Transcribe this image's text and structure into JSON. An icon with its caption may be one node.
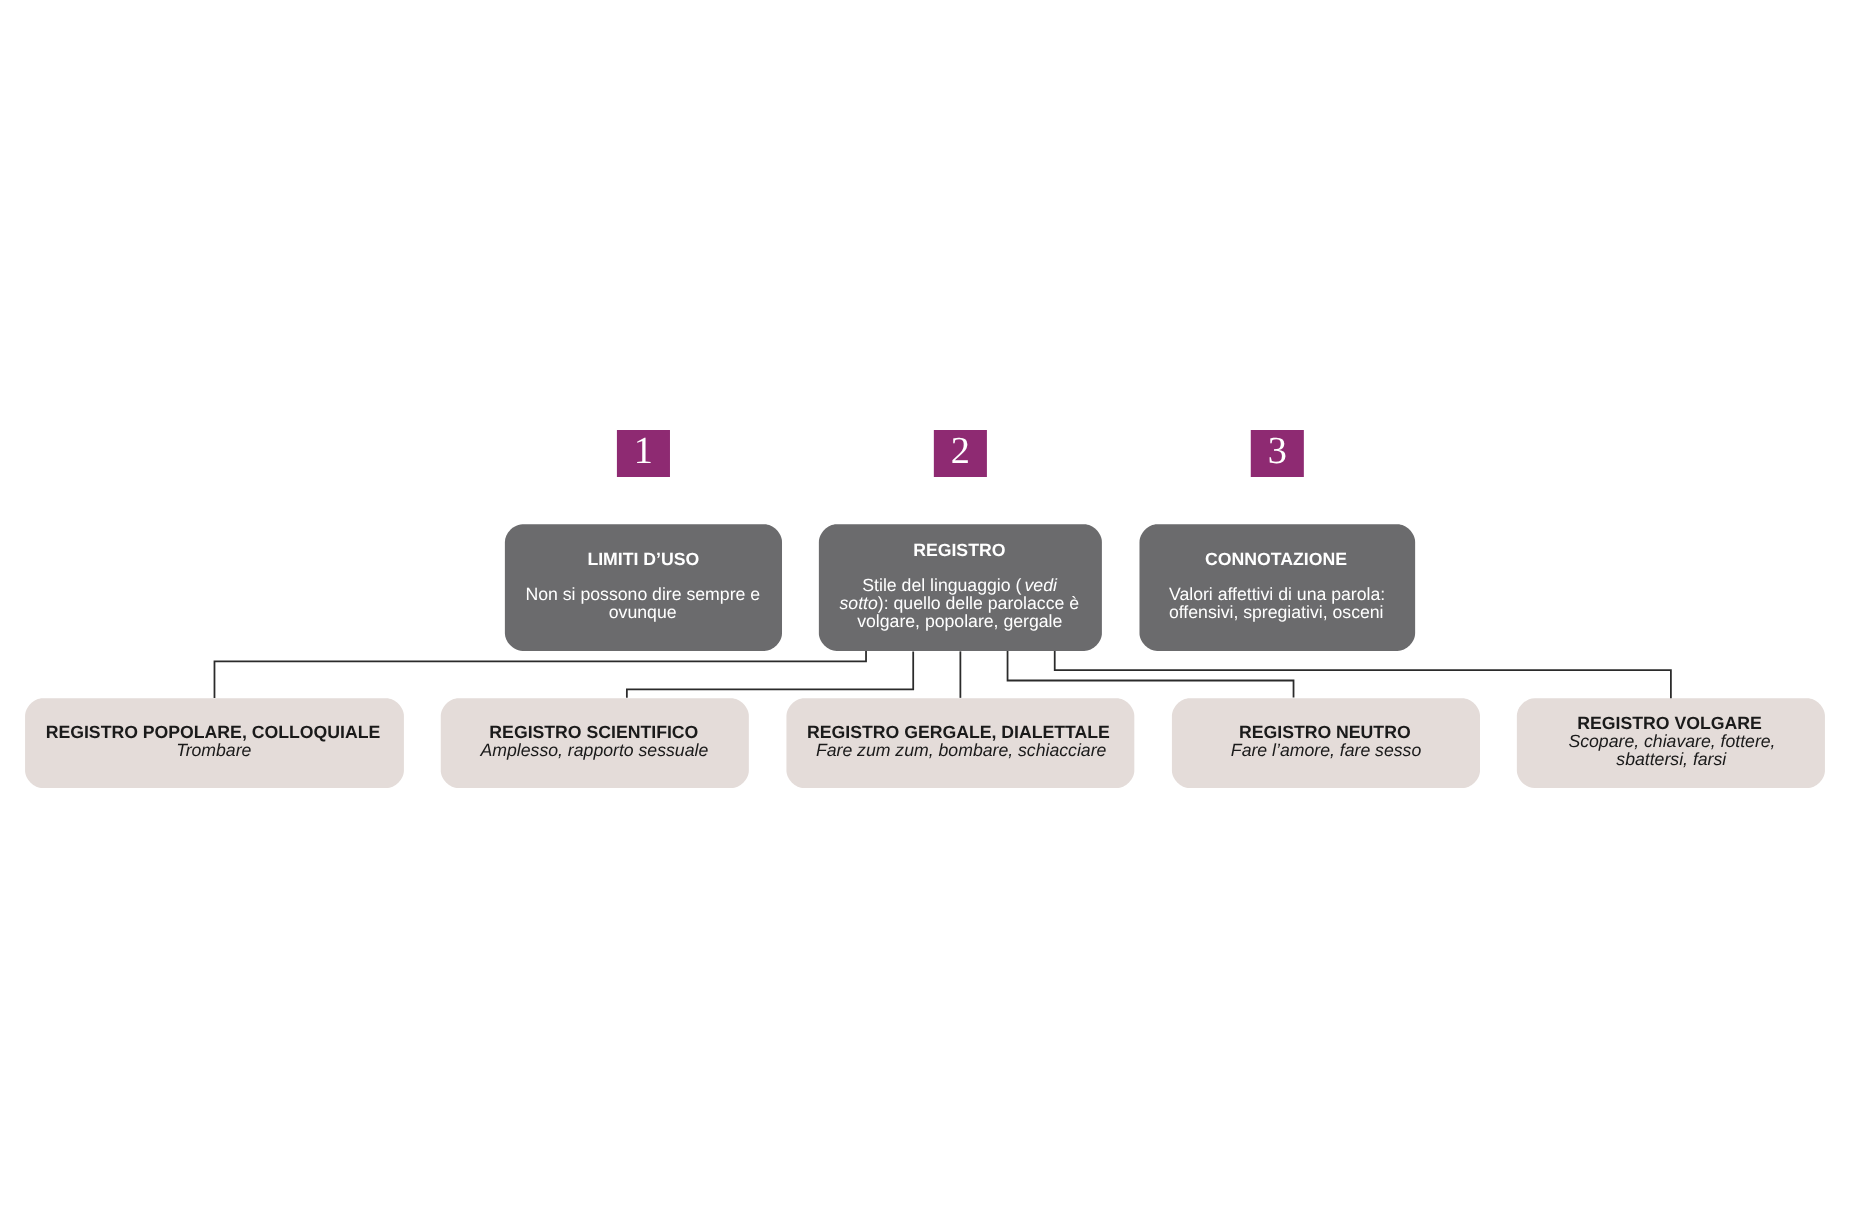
{
  "diagram": {
    "nodes": [
      {
        "text": [
          "1"
        ]
      },
      {
        "text": [
          "LIMITI D’USO",
          "Non si possono dire sempre e ovunque"
        ]
      },
      {
        "text": [
          "2"
        ]
      },
      {
        "text": [
          "REGISTRO",
          "Stile del linguaggio (*vedi sotto*): quello delle parolacce è volgare, popolare, gergale"
        ]
      },
      {
        "text": [
          "3"
        ]
      },
      {
        "text": [
          "CONNOTAZIONE",
          "Valori affettivi di una parola: offensivi, spregiativi, osceni"
        ]
      },
      {
        "text": [
          "REGISTRO POPOLARE, COLLOQUIALE",
          "Trombare"
        ]
      },
      {
        "text": [
          "REGISTRO SCIENTIFICO",
          "Amplesso, rapporto sessuale"
        ]
      },
      {
        "text": [
          "REGISTRO GERGALE, DIALETTALE",
          "Fare zum zum, bombare, schiacciare"
        ]
      },
      {
        "text": [
          "REGISTRO NEUTRO",
          "Fare l’amore, fare sesso"
        ]
      },
      {
        "text": [
          "REGISTRO VOLGARE",
          "Scopare, chiavare, fottere, sbattersi, farsi"
        ]
      }
    ],
    "edges": [
      {
        "from": 3,
        "to": 6,
        "arrow": "none"
      },
      {
        "from": 3,
        "to": 7,
        "arrow": "none"
      },
      {
        "from": 3,
        "to": 8,
        "arrow": "none"
      },
      {
        "from": 3,
        "to": 9,
        "arrow": "none"
      },
      {
        "from": 3,
        "to": 10,
        "arrow": "none"
      }
    ]
  }
}
